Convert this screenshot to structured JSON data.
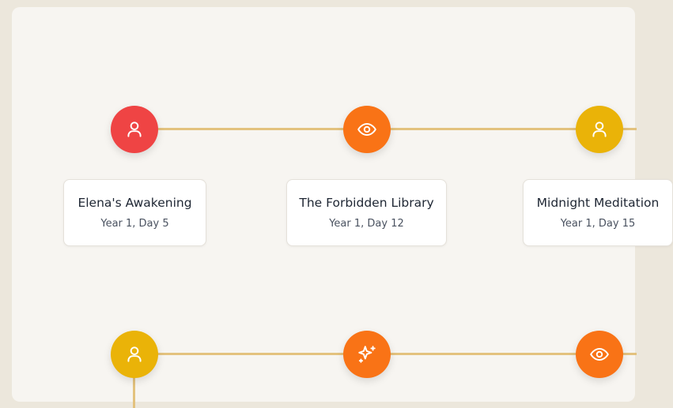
{
  "timeline": {
    "rows": [
      {
        "events": [
          {
            "icon": "user-icon",
            "color": "#ef4444",
            "title": "Elena's Awakening",
            "date": "Year 1, Day 5"
          },
          {
            "icon": "eye-icon",
            "color": "#f97316",
            "title": "The Forbidden Library",
            "date": "Year 1, Day 12"
          },
          {
            "icon": "user-icon",
            "color": "#eab308",
            "title": "Midnight Meditation",
            "date": "Year 1, Day 15"
          }
        ]
      },
      {
        "events": [
          {
            "icon": "user-icon",
            "color": "#eab308"
          },
          {
            "icon": "sparkles-icon",
            "color": "#f97316"
          },
          {
            "icon": "eye-icon",
            "color": "#f97316"
          }
        ]
      }
    ],
    "connector_color": "#e3c27e"
  }
}
